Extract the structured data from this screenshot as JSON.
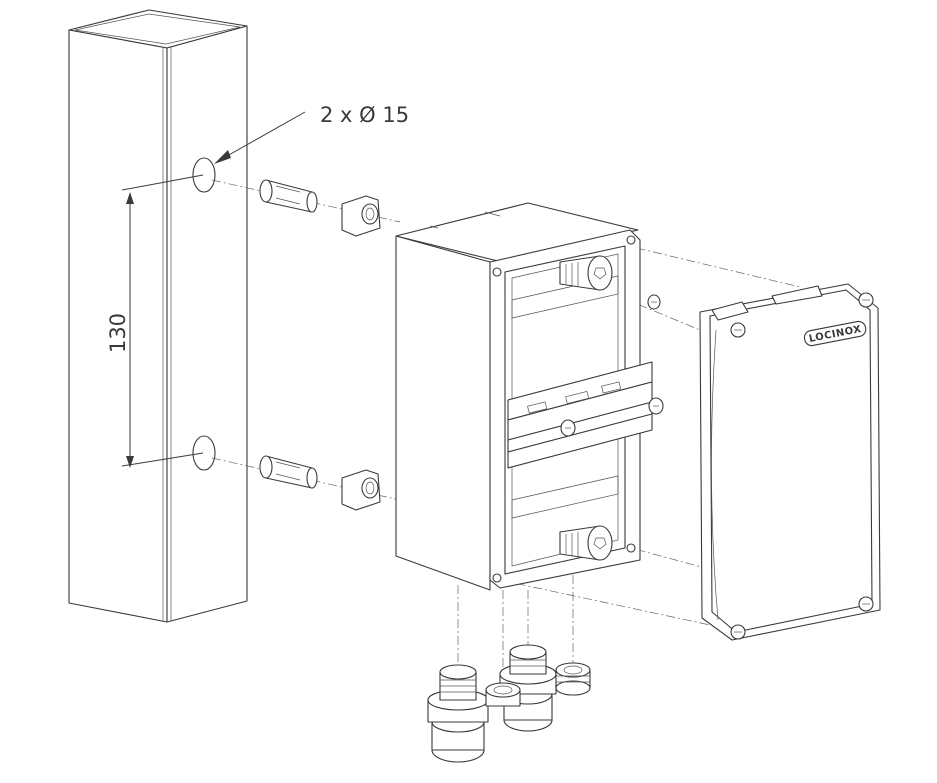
{
  "annotations": {
    "hole_label": "2 x Ø 15",
    "spacing_label": "130"
  },
  "branding": {
    "cover_logo": "LOCINOX"
  },
  "colors": {
    "line": "#3a3a3a",
    "background": "#ffffff"
  }
}
